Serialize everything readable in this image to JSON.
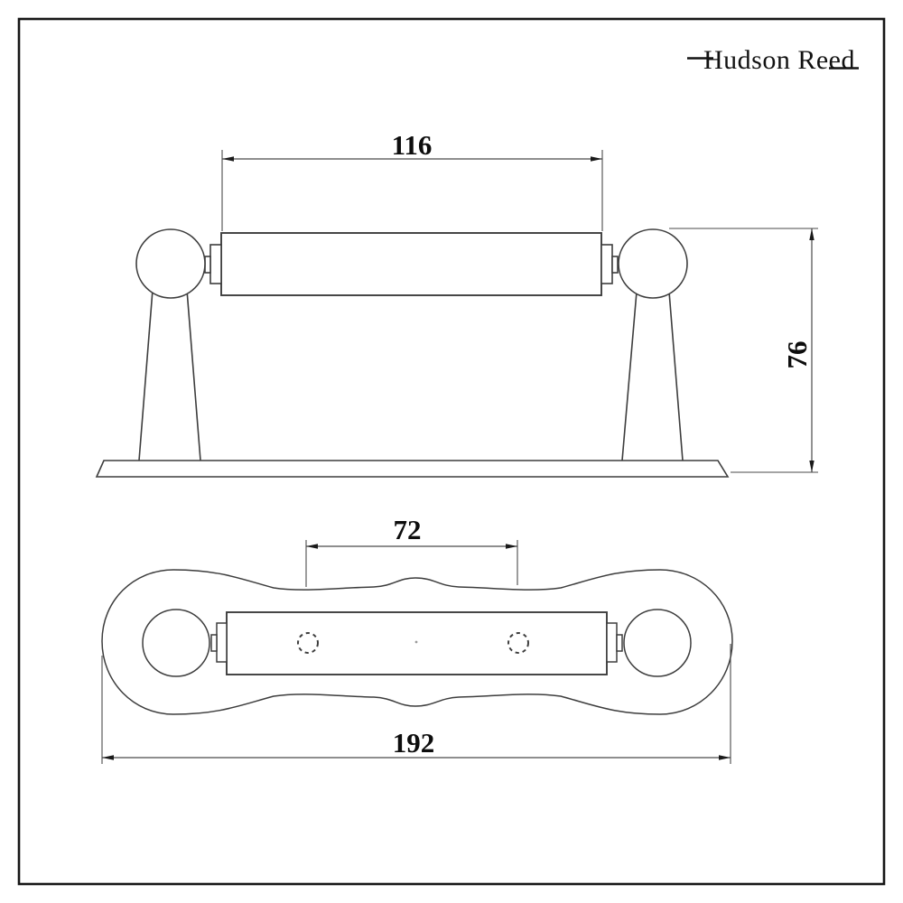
{
  "sheet": {
    "background": "#ffffff",
    "border_color": "#161616"
  },
  "brand": {
    "name": "Hudson Reed"
  },
  "drawing": {
    "line_color": "#3d3d3d",
    "dimension_color": "#0d0d0d",
    "views": {
      "front": {
        "dimensions": {
          "rail_length": "116",
          "overall_height": "76"
        }
      },
      "plan": {
        "dimensions": {
          "hole_spacing": "72",
          "overall_length": "192"
        }
      }
    }
  }
}
